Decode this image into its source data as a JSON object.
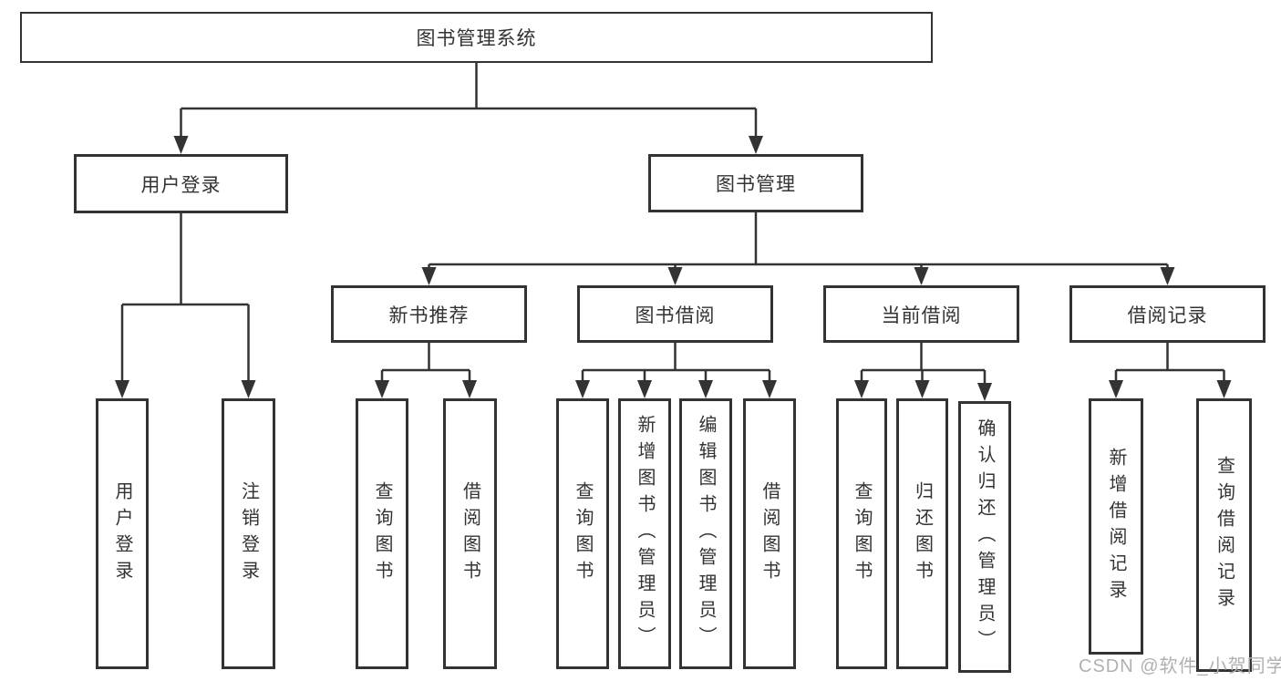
{
  "tree": {
    "label": "图书管理系统",
    "children": [
      {
        "label": "用户登录",
        "children": [
          {
            "label": "用户登录"
          },
          {
            "label": "注销登录"
          }
        ]
      },
      {
        "label": "图书管理",
        "children": [
          {
            "label": "新书推荐",
            "children": [
              {
                "label": "查询图书"
              },
              {
                "label": "借阅图书"
              }
            ]
          },
          {
            "label": "图书借阅",
            "children": [
              {
                "label": "查询图书"
              },
              {
                "label": "新增图书（管理员）"
              },
              {
                "label": "编辑图书（管理员）"
              },
              {
                "label": "借阅图书"
              }
            ]
          },
          {
            "label": "当前借阅",
            "children": [
              {
                "label": "查询图书"
              },
              {
                "label": "归还图书"
              },
              {
                "label": "确认归还（管理员）"
              }
            ]
          },
          {
            "label": "借阅记录",
            "children": [
              {
                "label": "新增借阅记录"
              },
              {
                "label": "查询借阅记录"
              }
            ]
          }
        ]
      }
    ]
  },
  "watermark": {
    "text": "CSDN @软件_小贺同学"
  },
  "colors": {
    "line": "#333333",
    "box_border": "#333333",
    "text": "#333333",
    "watermark": "#b0b0b3",
    "background": "#ffffff"
  }
}
